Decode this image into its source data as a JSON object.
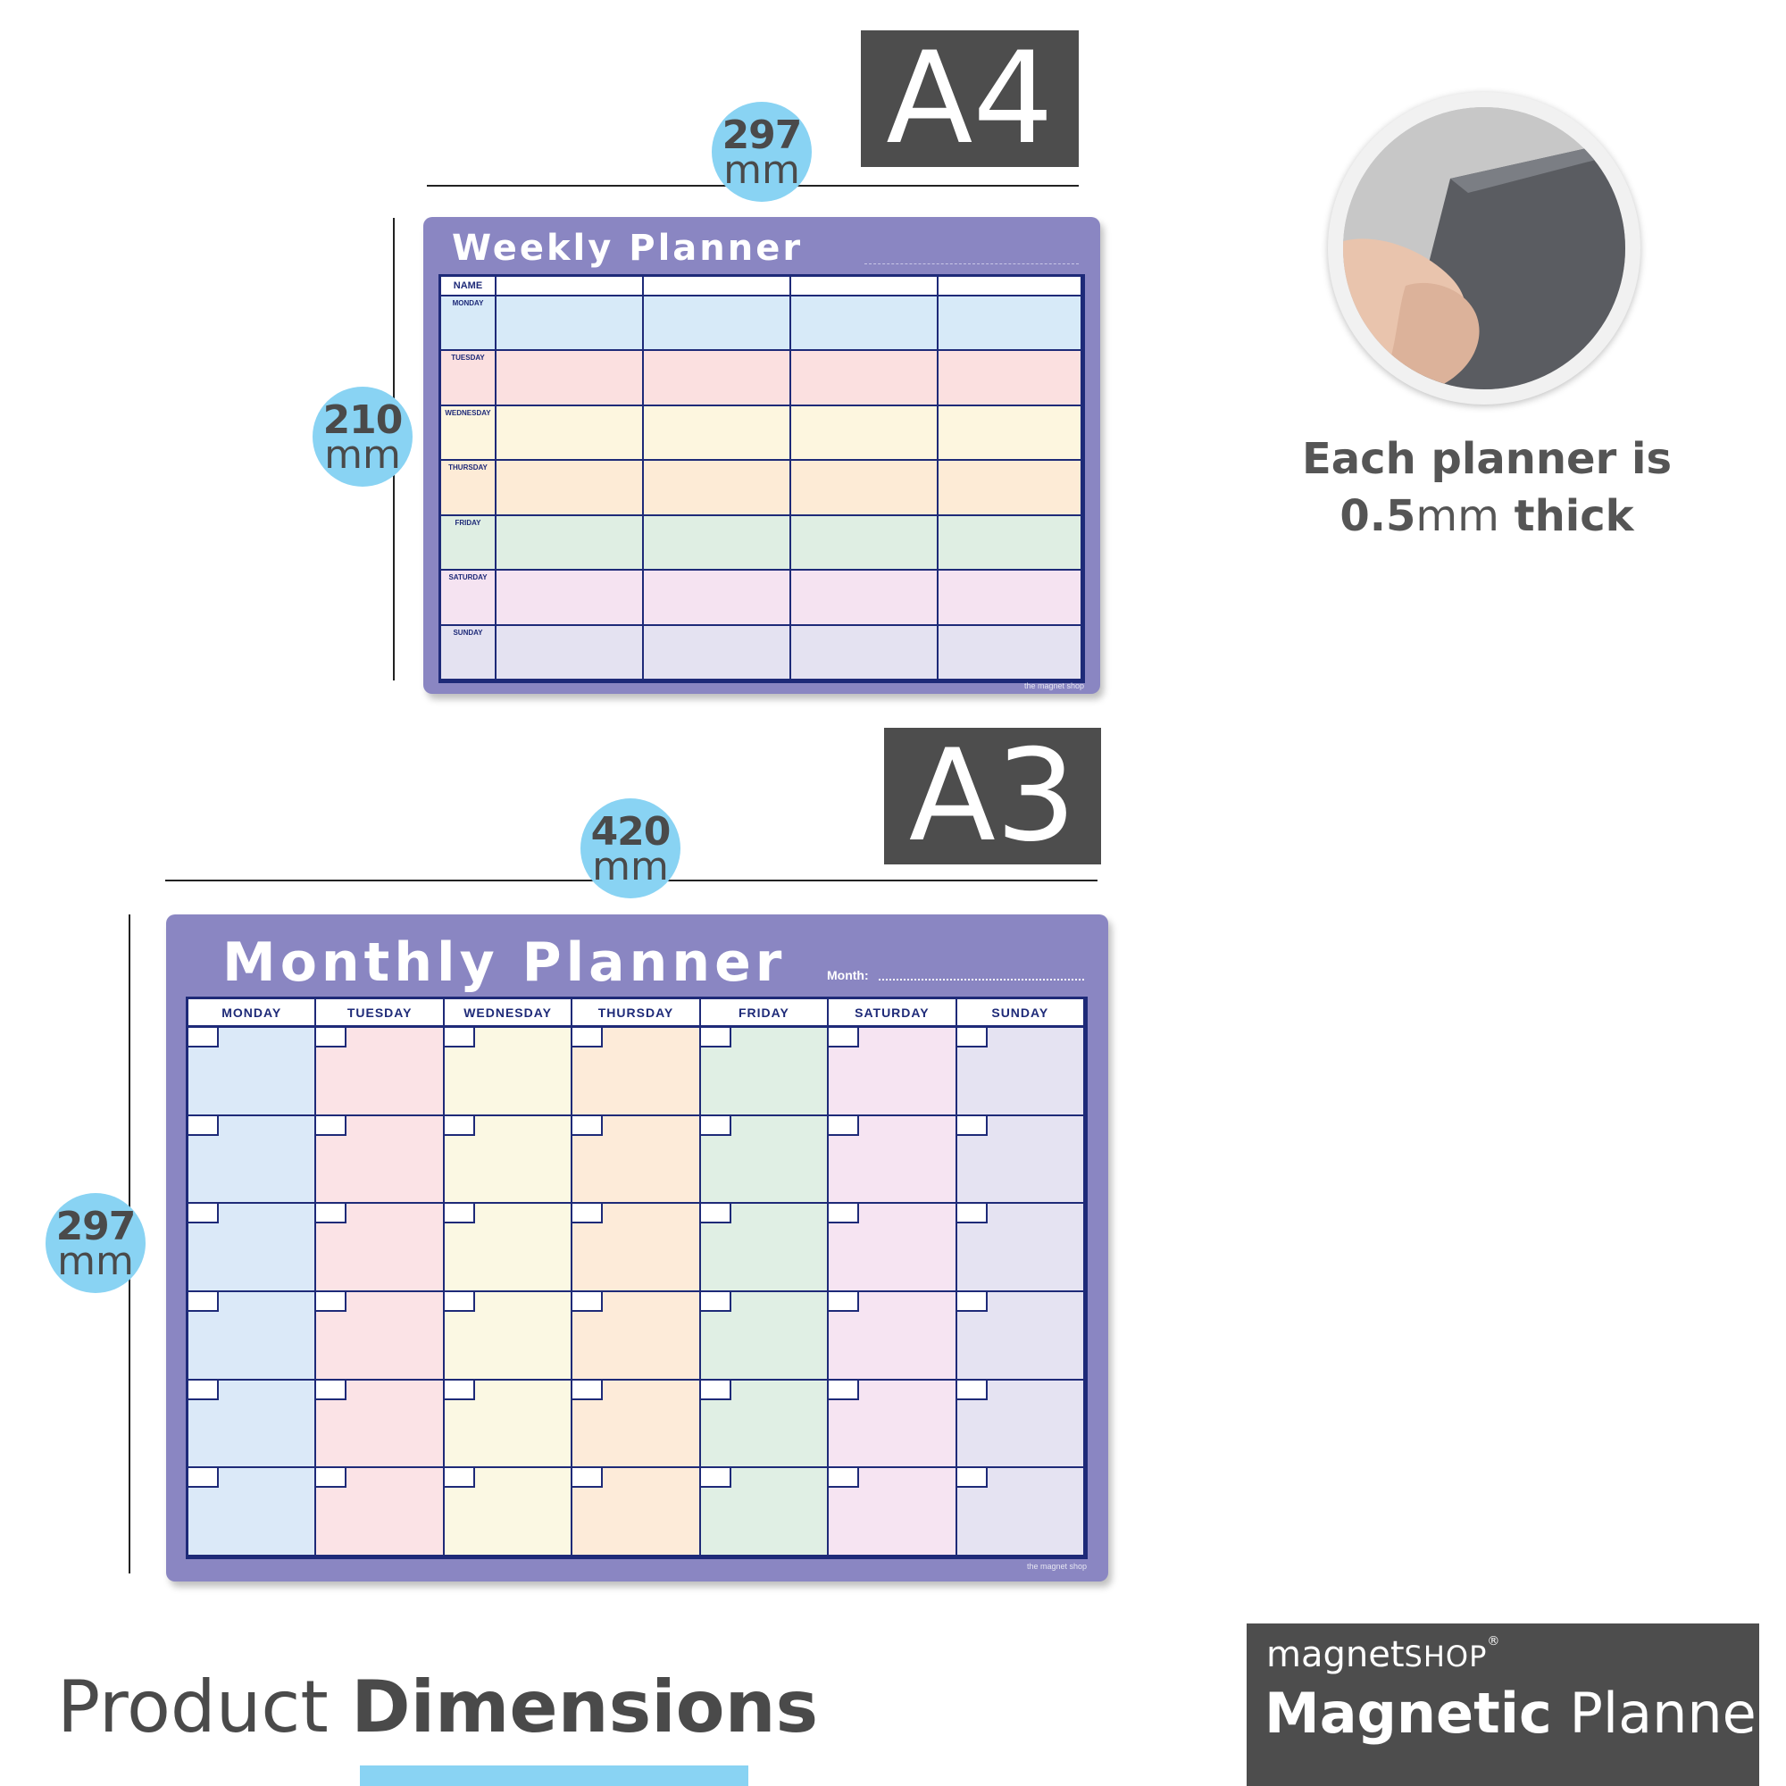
{
  "a4": {
    "label": "A4",
    "width": {
      "value": "297",
      "unit": "mm"
    },
    "height": {
      "value": "210",
      "unit": "mm"
    },
    "planner": {
      "title": "Weekly Planner",
      "name_label": "NAME",
      "days": [
        "MONDAY",
        "TUESDAY",
        "WEDNESDAY",
        "THURSDAY",
        "FRIDAY",
        "SATURDAY",
        "SUNDAY"
      ],
      "row_colors": [
        "#d7eaf8",
        "#fbe0e0",
        "#fdf6df",
        "#fdebd6",
        "#dfeee3",
        "#f5e3f1",
        "#e4e2f1"
      ],
      "brand": "the magnet shop"
    }
  },
  "a3": {
    "label": "A3",
    "width": {
      "value": "420",
      "unit": "mm"
    },
    "height": {
      "value": "297",
      "unit": "mm"
    },
    "planner": {
      "title": "Monthly Planner",
      "month_label": "Month:",
      "days": [
        "MONDAY",
        "TUESDAY",
        "WEDNESDAY",
        "THURSDAY",
        "FRIDAY",
        "SATURDAY",
        "SUNDAY"
      ],
      "col_colors": [
        "#dbe9f8",
        "#fbe3e6",
        "#fbf8e3",
        "#fdebd9",
        "#e0efe4",
        "#f6e4f2",
        "#e5e3f2"
      ],
      "brand": "the magnet shop"
    }
  },
  "thickness": {
    "line1": "Each planner is",
    "line2_value": "0.5",
    "line2_unit": "mm",
    "line2_rest": " thick"
  },
  "footer": {
    "title_light": "Product ",
    "title_bold": "Dimensions",
    "brand_light": "magnet",
    "brand_caps": "SHOP",
    "brand_reg": "®",
    "product_bold": "Magnetic",
    "product_light": " Planner"
  },
  "colors": {
    "accent_circle": "#89d3f3",
    "planner_purple": "#8a86c2",
    "grid_navy": "#1e2a78",
    "label_grey": "#4d4d4d"
  }
}
